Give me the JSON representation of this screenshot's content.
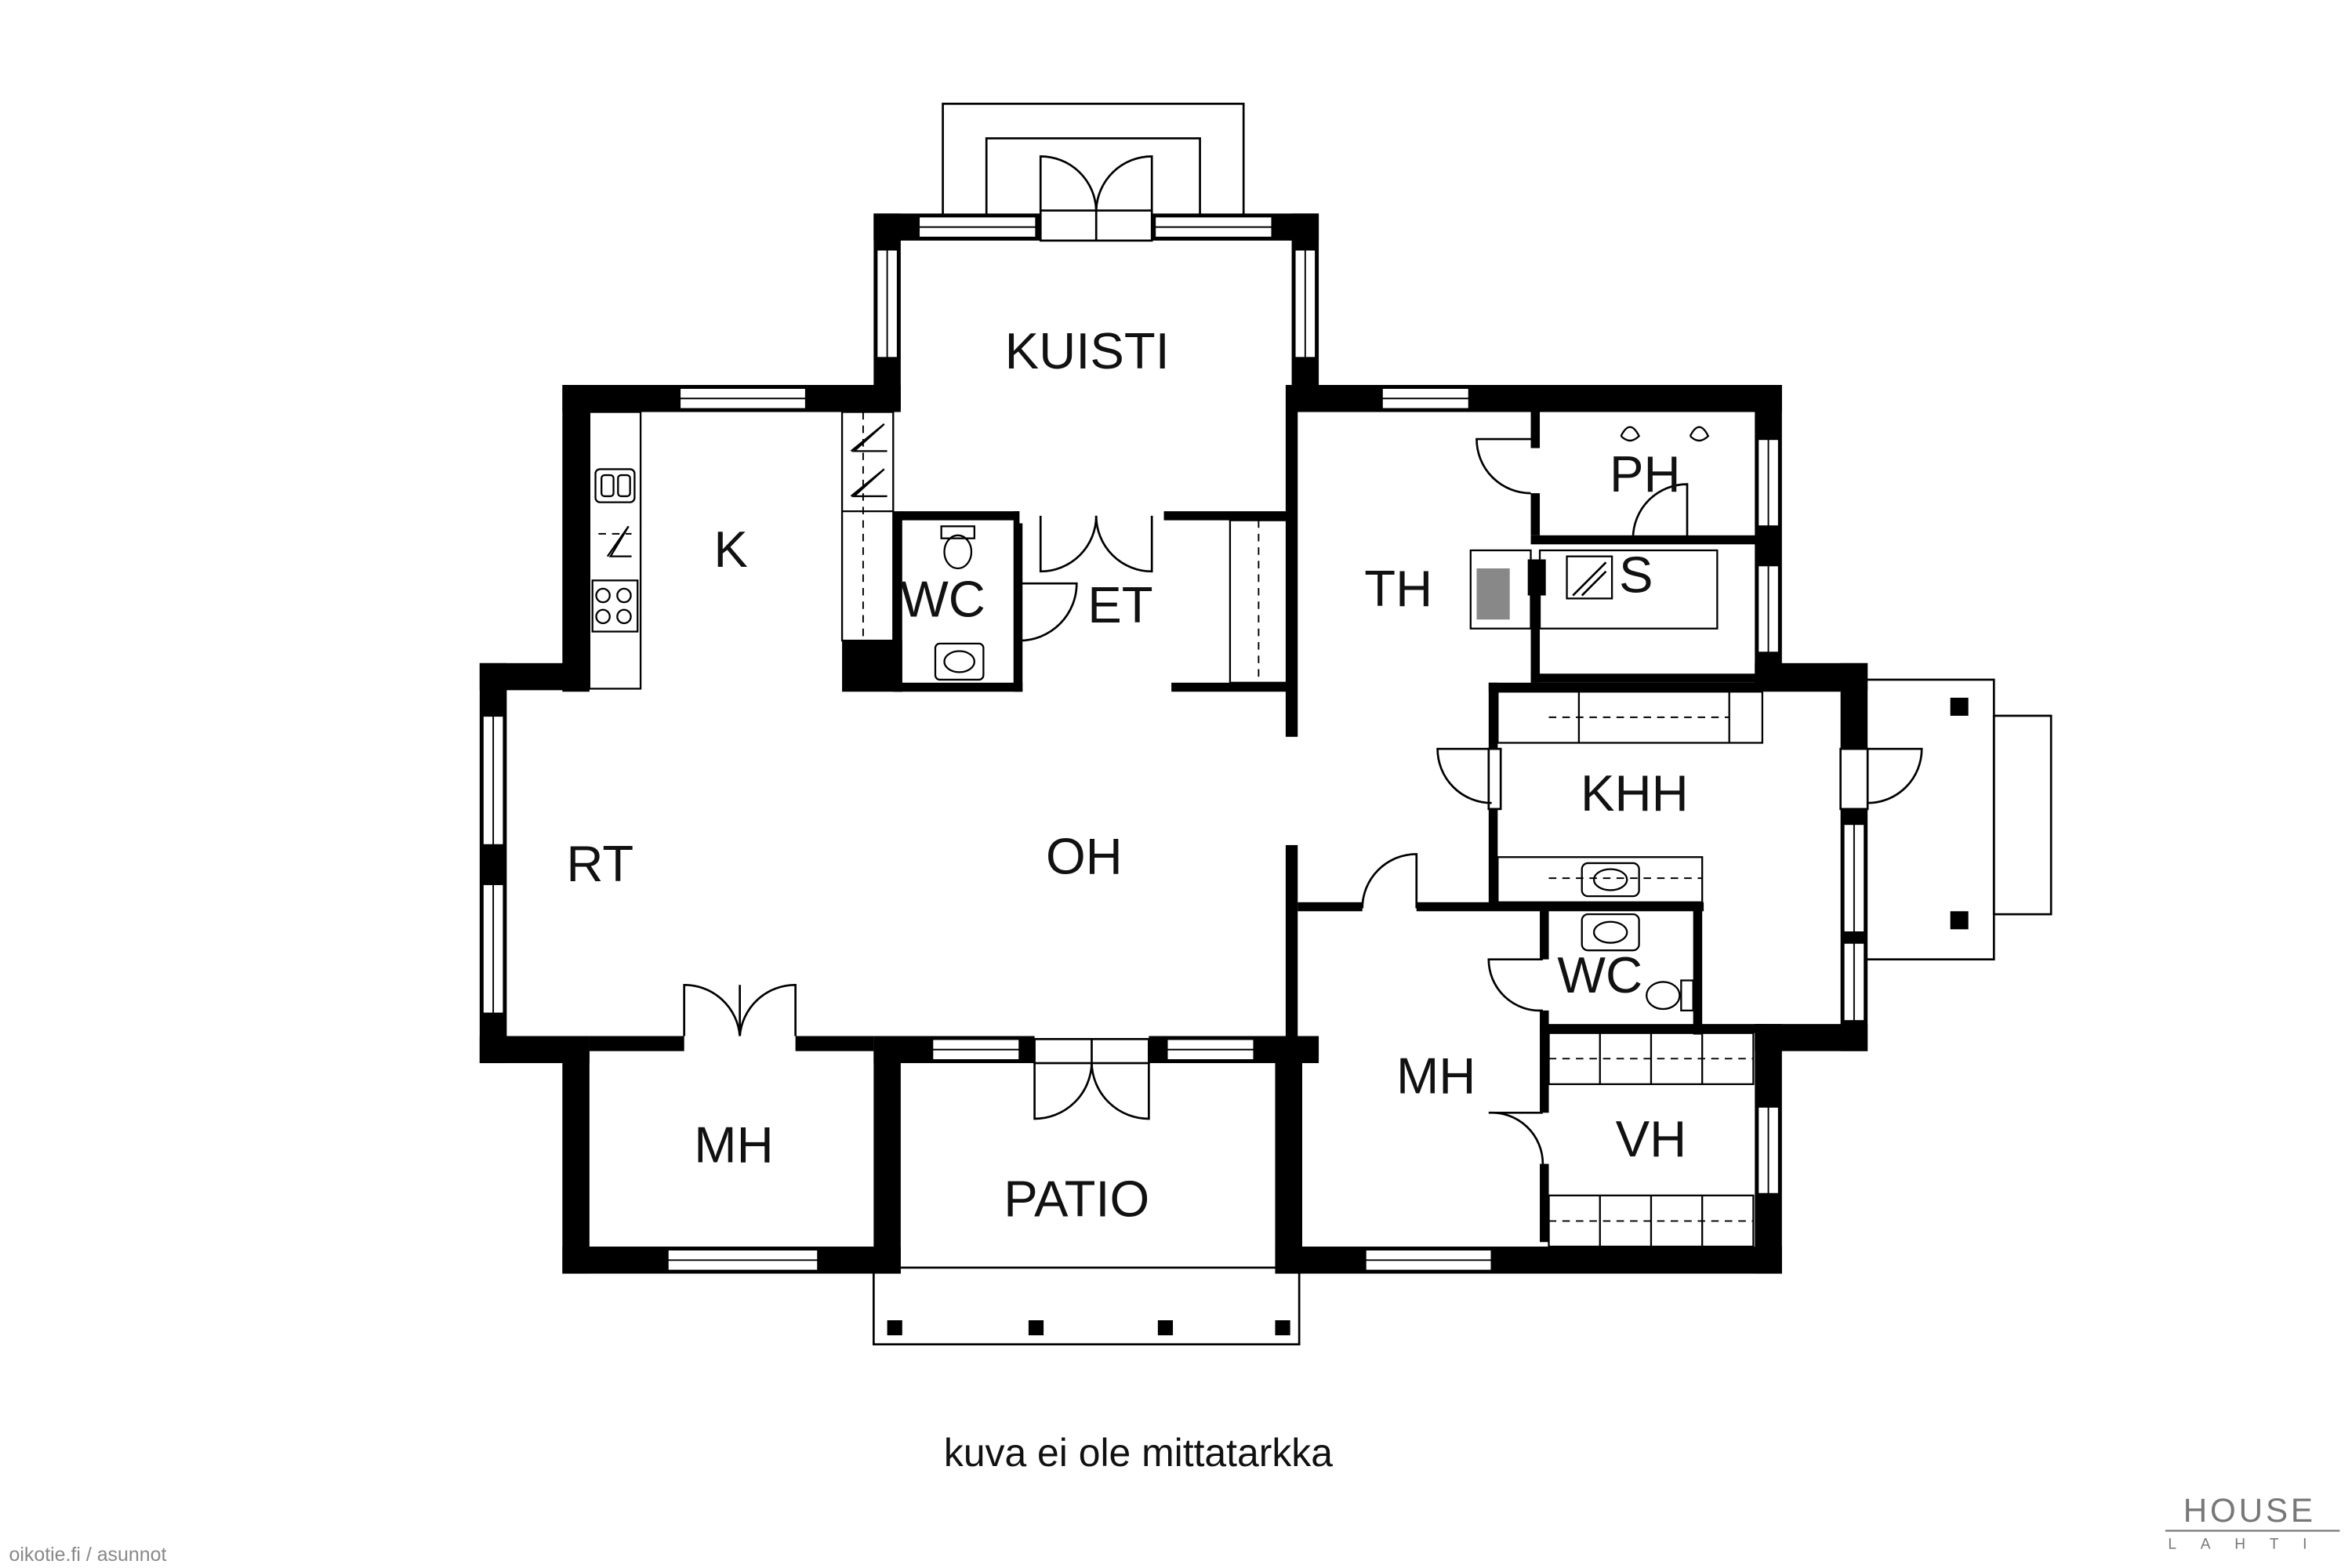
{
  "rooms": {
    "kuisti": "KUISTI",
    "k": "K",
    "wc1": "WC",
    "et": "ET",
    "th": "TH",
    "ph": "PH",
    "s": "S",
    "rt": "RT",
    "oh": "OH",
    "khh": "KHH",
    "wc2": "WC",
    "mh1": "MH",
    "patio": "PATIO",
    "mh2": "MH",
    "vh": "VH"
  },
  "footer": {
    "note": "kuva ei ole mittatarkka",
    "credit": "oikotie.fi / asunnot"
  },
  "brand": {
    "name": "HOUSE",
    "sub": "LAHTI"
  },
  "colors": {
    "wall": "#000000",
    "line": "#000000",
    "background": "#ffffff",
    "brand": "#777777"
  }
}
